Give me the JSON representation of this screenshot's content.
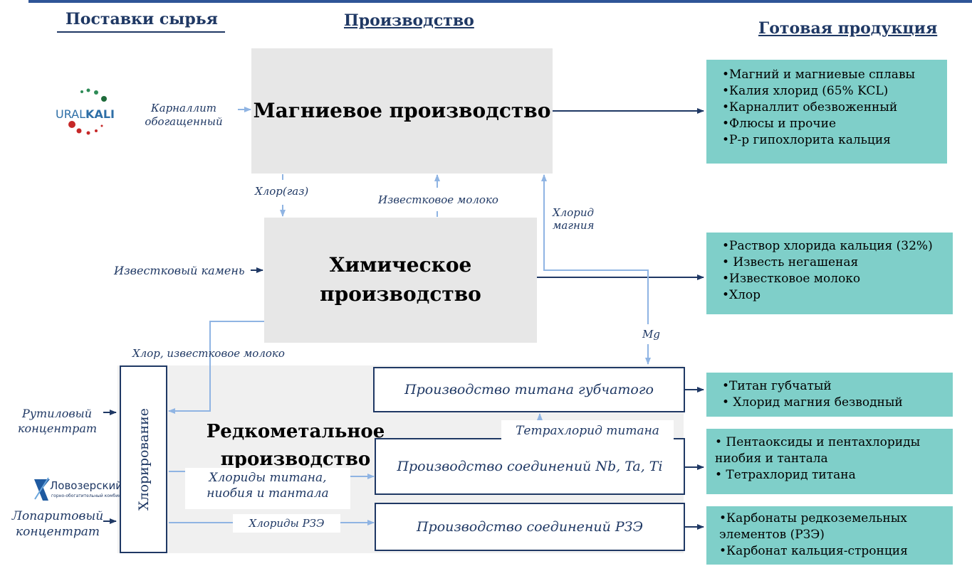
{
  "headers": {
    "raw": "Поставки сырья",
    "production": "Производство",
    "finished": "Готовая продукция"
  },
  "logos": {
    "uralkali_ural": "URAL",
    "uralkali_kali": "KALI",
    "lovozersky_name": "Ловозерский",
    "lovozersky_sub": "горно-обогатительный комбинат"
  },
  "inputs": {
    "carnallite": "Карналлит обогащенный",
    "limestone": "Известковый камень",
    "rutile": "Рутиловый концентрат",
    "loparite": "Лопаритовый концентрат"
  },
  "blocks": {
    "magnesium": "Магниевое производство",
    "chemical": "Химическое производство",
    "rare_metal": "Редкометальное производство",
    "chlorination": "Хлорирование",
    "titanium_sponge": "Производство титана губчатого",
    "nb_ta_ti": "Производство соединений   Nb, Ta, Ti",
    "ree": "Производство соединений РЗЭ"
  },
  "flows": {
    "chlorine_gas": "Хлор(газ)",
    "lime_milk": "Известковое молоко",
    "magnesium_chloride": "Хлорид магния",
    "mg": "Mg",
    "chlorine_lime_milk": "Хлор, известковое молоко",
    "titanium_tetrachloride": "Тетрахлорид титана",
    "ti_nb_ta_chlorides": "Хлориды титана, ниобия и тантала",
    "ree_chlorides": "Хлориды РЗЭ"
  },
  "products": {
    "magnesium": [
      "•Магний и магниевые сплавы",
      "•Калия хлорид (65% KCL)",
      "•Карналлит обезвоженный",
      "•Флюсы и прочие",
      "•Р-р гипохлорита кальция"
    ],
    "chemical": [
      "•Раствор хлорида кальция (32%)",
      "• Известь негашеная",
      "•Известковое молоко",
      "•Хлор"
    ],
    "titanium": [
      "•Титан губчатый",
      "• Хлорид магния безводный"
    ],
    "nb_ta": [
      "• Пентаоксиды и пентахлориды ниобия и тантала",
      "• Тетрахлорид титана"
    ],
    "ree": [
      "•Карбонаты редкоземельных элементов (РЗЭ)",
      "•Карбонат кальция-стронция"
    ]
  },
  "colors": {
    "navy": "#1f3864",
    "light_blue": "#8fb4e3",
    "teal": "#7fcfc9",
    "grey": "#e7e7e7"
  }
}
